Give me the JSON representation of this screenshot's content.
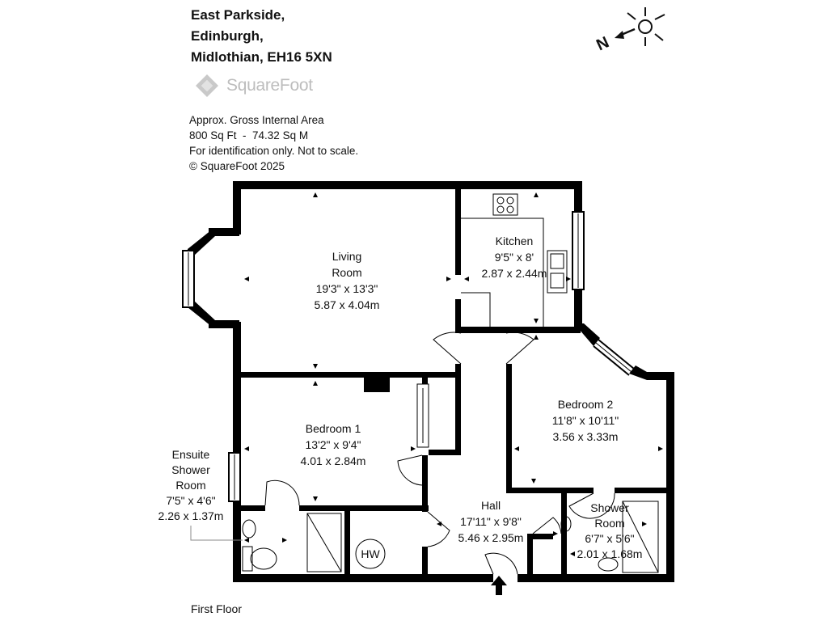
{
  "address": [
    "East Parkside,",
    "Edinburgh,",
    "Midlothian, EH16 5XN"
  ],
  "brand": "SquareFoot",
  "area_info": [
    "Approx. Gross Internal Area",
    "800 Sq Ft  -  74.32 Sq M",
    "For identification only. Not to scale.",
    "© SquareFoot 2025"
  ],
  "compass_letter": "N",
  "floor_label": "First Floor",
  "rooms": {
    "living": {
      "name": [
        "Living",
        "Room"
      ],
      "imperial": "19'3\" x 13'3\"",
      "metric": "5.87 x 4.04m"
    },
    "kitchen": {
      "name": [
        "Kitchen"
      ],
      "imperial": "9'5\" x 8'",
      "metric": "2.87 x 2.44m"
    },
    "bedroom2": {
      "name": [
        "Bedroom 2"
      ],
      "imperial": "11'8\" x 10'11\"",
      "metric": "3.56 x 3.33m"
    },
    "bedroom1": {
      "name": [
        "Bedroom 1"
      ],
      "imperial": "13'2\" x 9'4\"",
      "metric": "4.01 x 2.84m"
    },
    "ensuite": {
      "name": [
        "Ensuite",
        "Shower",
        "Room"
      ],
      "imperial": "7'5\" x 4'6\"",
      "metric": "2.26 x 1.37m"
    },
    "hall": {
      "name": [
        "Hall"
      ],
      "imperial": "17'11\" x 9'8\"",
      "metric": "5.46 x 2.95m"
    },
    "shower": {
      "name": [
        "Shower",
        "Room"
      ],
      "imperial": "6'7\" x 5'6\"",
      "metric": "2.01 x 1.68m"
    }
  },
  "hw_label": "HW",
  "colors": {
    "wall": "#000000",
    "logo": "#bdbdbd"
  }
}
